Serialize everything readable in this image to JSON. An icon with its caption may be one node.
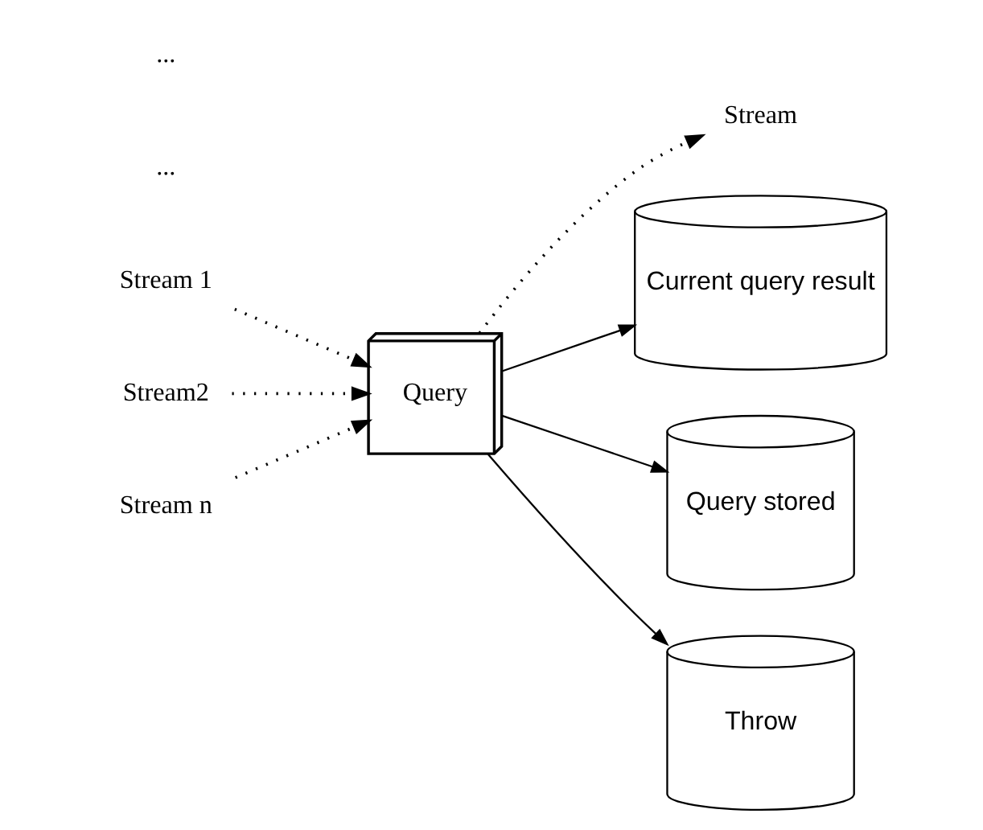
{
  "diagram": {
    "nodes": [
      {
        "text": [
          "Stream 1"
        ]
      },
      {
        "text": [
          "Stream2"
        ]
      },
      {
        "text": [
          "Stream n"
        ]
      },
      {
        "text": [
          "Query"
        ]
      },
      {
        "text": [
          "Stream"
        ]
      },
      {
        "text": [
          "Current query result"
        ]
      },
      {
        "text": [
          "Query stored"
        ]
      },
      {
        "text": [
          "Throw"
        ]
      }
    ],
    "edges": [
      {
        "from": 0,
        "to": 3,
        "arrow": "to",
        "style": "dashed"
      },
      {
        "from": 1,
        "to": 3,
        "arrow": "to",
        "style": "dashed"
      },
      {
        "from": 2,
        "to": 3,
        "arrow": "to",
        "style": "dashed"
      },
      {
        "from": 3,
        "to": 4,
        "arrow": "to",
        "style": "dashed"
      },
      {
        "from": 3,
        "to": 5,
        "arrow": "to"
      },
      {
        "from": 3,
        "to": 6,
        "arrow": "to"
      },
      {
        "from": 3,
        "to": 7,
        "arrow": "to"
      }
    ],
    "labels": [
      "...",
      "..."
    ]
  }
}
